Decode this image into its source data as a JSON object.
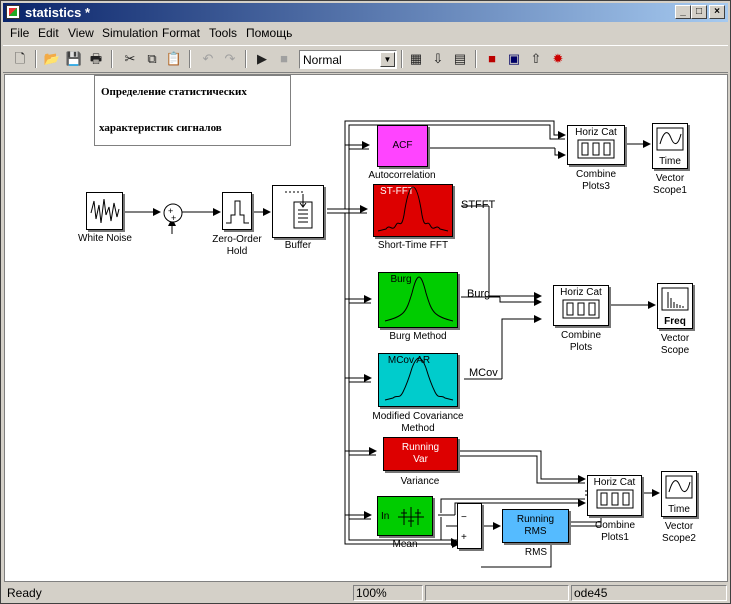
{
  "window": {
    "title": "statistics *"
  },
  "titlebar_buttons": {
    "minimize": "_",
    "maximize": "□",
    "close": "×"
  },
  "menu": [
    "File",
    "Edit",
    "View",
    "Simulation",
    "Format",
    "Tools",
    "Помощь"
  ],
  "toolbar": {
    "simulation_mode": "Normal"
  },
  "annotation": {
    "line1": "Определение   статистических",
    "line2": "характеристик   сигналов"
  },
  "blocks": {
    "white_noise": "White Noise",
    "zoh_1": "Zero-Order",
    "zoh_2": "Hold",
    "buffer": "Buffer",
    "acf_text": "ACF",
    "autocorrelation": "Autocorrelation",
    "stfft_text": "ST-FFT",
    "stfft": "Short-Time FFT",
    "burg_text": "Burg",
    "burg": "Burg Method",
    "mcov_text": "MCov AR",
    "mcov_1": "Modified Covariance",
    "mcov_2": "Method",
    "runvar_1": "Running",
    "runvar_2": "Var",
    "variance": "Variance",
    "mean_text": "In",
    "mean": "Mean",
    "runrms_1": "Running",
    "runrms_2": "RMS",
    "rms": "RMS",
    "horizcat": "Horiz Cat",
    "combine": "Combine",
    "plots3": "Plots3",
    "plots": "Plots",
    "plots1": "Plots1",
    "vector": "Vector",
    "scope1": "Scope1",
    "scope": "Scope",
    "scope2": "Scope2",
    "time": "Time",
    "freq": "Freq",
    "minus": "−",
    "plus": "+"
  },
  "signals": {
    "stfft": "STFFT",
    "burg": "Burg",
    "mcov": "MCov"
  },
  "status": {
    "ready": "Ready",
    "zoom": "100%",
    "solver": "ode45"
  },
  "colors": {
    "acf": "#ff44ff",
    "stfft": "#dd0000",
    "burg": "#00cc00",
    "mcov": "#00cccc",
    "variance": "#dd0000",
    "mean": "#00cc00",
    "rms": "#55bbff"
  }
}
